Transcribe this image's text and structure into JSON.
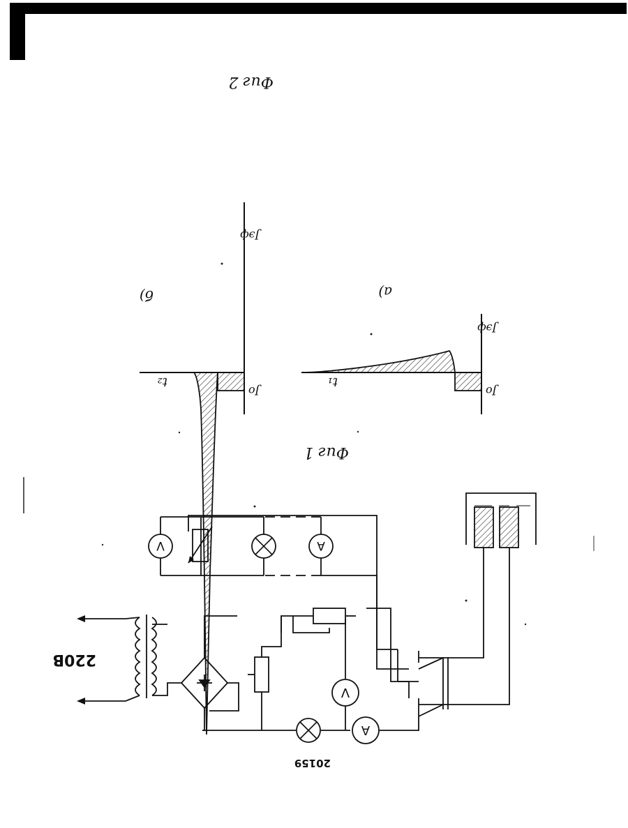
{
  "figures": {
    "fig1_caption": "Фиг 1",
    "fig2_caption": "Фиг 2",
    "panel_a_label": "а)",
    "panel_b_label": "б)"
  },
  "graph_a": {
    "y_label_top": "Jэф",
    "y_label_bottom": "Jо",
    "x_label": "t₁"
  },
  "graph_b": {
    "y_label_top": "Jэф",
    "y_label_bottom": "Jо",
    "x_label": "t₂"
  },
  "circuit": {
    "supply_label": "220В",
    "voltmeter_symbol": "V",
    "ammeter_symbol": "A"
  },
  "document": {
    "number": "20159"
  }
}
